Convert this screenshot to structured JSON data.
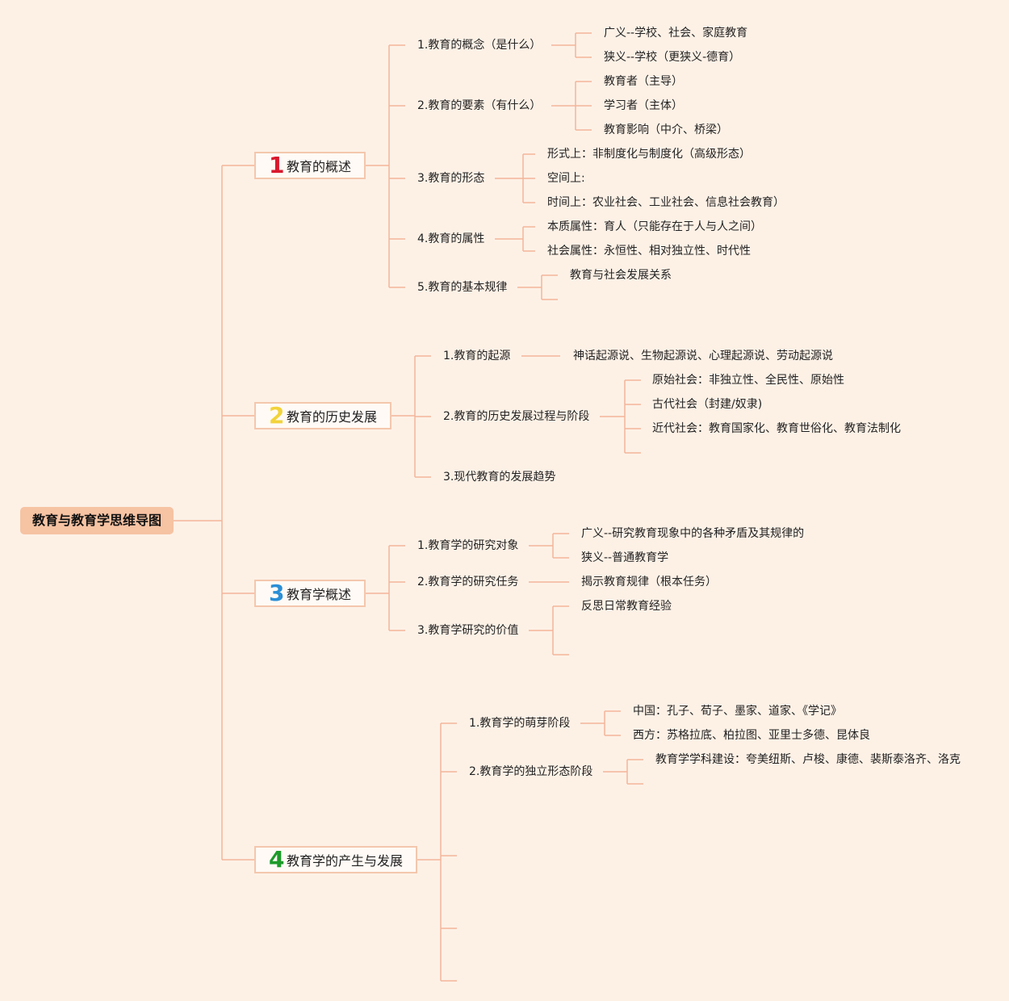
{
  "root": "教育与教育学思维导图",
  "branches": [
    {
      "num": "1",
      "color": "#d9182d",
      "label": "教育的概述",
      "children": [
        {
          "label": "1.教育的概念（是什么）",
          "leaves": [
            "广义--学校、社会、家庭教育",
            "狭义--学校（更狭义-德育）"
          ]
        },
        {
          "label": "2.教育的要素（有什么）",
          "leaves": [
            "教育者（主导）",
            "学习者（主体）",
            "教育影响（中介、桥梁）"
          ]
        },
        {
          "label": "3.教育的形态",
          "leaves": [
            "形式上：非制度化与制度化（高级形态）",
            "空间上:",
            "时间上：农业社会、工业社会、信息社会教育）"
          ]
        },
        {
          "label": "4.教育的属性",
          "leaves": [
            "本质属性：育人（只能存在于人与人之间）",
            "社会属性：永恒性、相对独立性、时代性"
          ]
        },
        {
          "label": "5.教育的基本规律",
          "leaves": [
            "教育与社会发展关系"
          ]
        }
      ]
    },
    {
      "num": "2",
      "color": "#f2d33a",
      "label": "教育的历史发展",
      "children": [
        {
          "label": "1.教育的起源",
          "leaves": [
            "神话起源说、生物起源说、心理起源说、劳动起源说"
          ]
        },
        {
          "label": "2.教育的历史发展过程与阶段",
          "leaves": [
            "原始社会：非独立性、全民性、原始性",
            "古代社会（封建/奴隶)",
            "近代社会：教育国家化、教育世俗化、教育法制化"
          ]
        },
        {
          "label": "3.现代教育的发展趋势",
          "leaves": []
        }
      ]
    },
    {
      "num": "3",
      "color": "#2a8fd6",
      "label": "教育学概述",
      "children": [
        {
          "label": "1.教育学的研究对象",
          "leaves": [
            "广义--研究教育现象中的各种矛盾及其规律的",
            "狭义--普通教育学"
          ]
        },
        {
          "label": "2.教育学的研究任务",
          "leaves": [
            "揭示教育规律（根本任务）"
          ]
        },
        {
          "label": "3.教育学研究的价值",
          "leaves": [
            "反思日常教育经验"
          ]
        }
      ]
    },
    {
      "num": "4",
      "color": "#1e9a2a",
      "label": "教育学的产生与发展",
      "children": [
        {
          "label": "1.教育学的萌芽阶段",
          "leaves": [
            "中国：孔子、荀子、墨家、道家、《学记》",
            "西方：苏格拉底、柏拉图、亚里士多德、昆体良"
          ]
        },
        {
          "label": "2.教育学的独立形态阶段",
          "leaves": [
            "教育学学科建设：夸美纽斯、卢梭、康德、裴斯泰洛齐、洛克"
          ]
        }
      ]
    }
  ]
}
